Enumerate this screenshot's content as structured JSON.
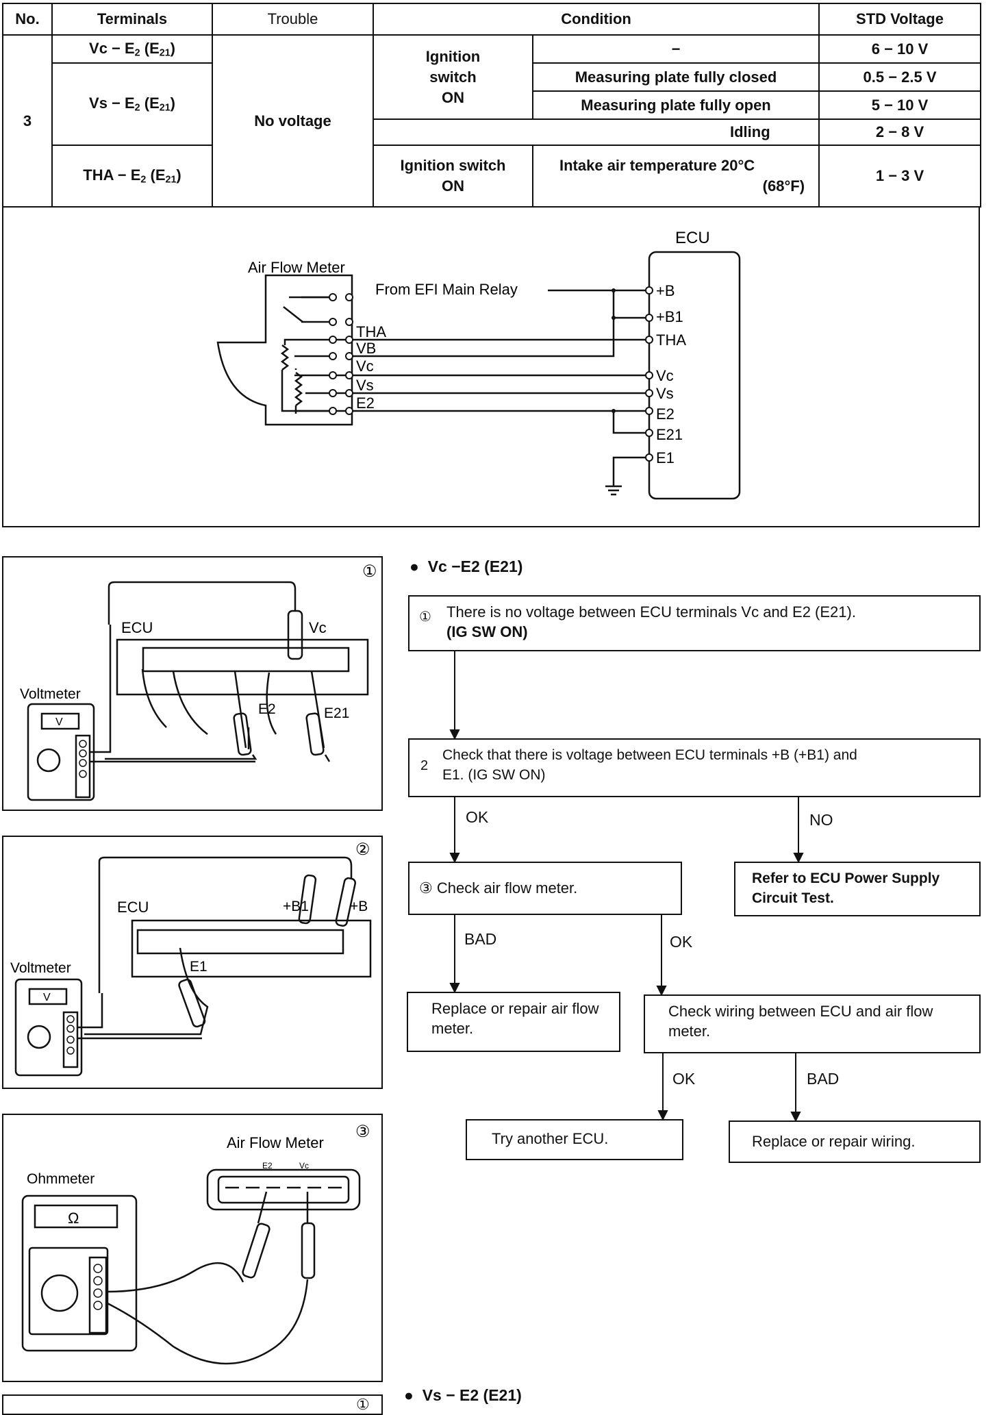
{
  "table": {
    "headers": {
      "no": "No.",
      "terminals": "Terminals",
      "trouble": "Trouble",
      "condition": "Condition",
      "std_voltage": "STD Voltage"
    },
    "no": "3",
    "trouble": "No voltage",
    "rows": [
      {
        "terminals_a": "Vc − E",
        "sub1": "2",
        "terminals_b": " (E",
        "sub2": "21",
        "terminals_c": ")",
        "condition_group": "Ignition switch ON",
        "condition": "−",
        "voltage": "6 − 10 V"
      },
      {
        "terminals_a": "Vs − E",
        "sub1": "2",
        "terminals_b": " (E",
        "sub2": "21",
        "terminals_c": ")",
        "condition": "Measuring plate fully closed",
        "voltage": "0.5 − 2.5 V"
      },
      {
        "condition": "Measuring plate fully open",
        "voltage": "5 − 10 V"
      },
      {
        "condition": "Idling",
        "voltage": "2 − 8 V"
      },
      {
        "terminals_a": "THA − E",
        "sub1": "2",
        "terminals_b": " (E",
        "sub2": "21",
        "terminals_c": ")",
        "condition_group": "Ignition switch ON",
        "condition": "Intake air temperature 20°C",
        "condition_line2": "(68°F)",
        "voltage": "1 − 3 V"
      }
    ],
    "ign_line1": "Ignition",
    "ign_line2": "switch",
    "ign_line3": "ON",
    "ign2_line1": "Ignition switch",
    "ign2_line2": "ON"
  },
  "circuit": {
    "ecu_label": "ECU",
    "afm_label": "Air Flow Meter",
    "relay_label": "From EFI Main Relay",
    "afm_terms": [
      "THA",
      "VB",
      "Vc",
      "Vs",
      "E2"
    ],
    "ecu_terms": [
      "+B",
      "+B1",
      "THA",
      "Vc",
      "Vs",
      "E2",
      "E21",
      "E1"
    ]
  },
  "panels": [
    {
      "num": "①",
      "ecu": "ECU",
      "meter": "Voltmeter",
      "probe1": "Vc",
      "probe2": "E2",
      "probe3": "E21",
      "meter_symbol": "V"
    },
    {
      "num": "②",
      "ecu": "ECU",
      "meter": "Voltmeter",
      "probe1": "+B1",
      "probe2": "+B",
      "probe3": "E1",
      "meter_symbol": "V"
    },
    {
      "num": "③",
      "ecu": "Air Flow Meter",
      "meter": "Ohmmeter",
      "probe1": "E2",
      "probe2": "Vc",
      "meter_symbol": "Ω"
    },
    {
      "num": "①"
    }
  ],
  "flow": {
    "heading": "Vc −E2 (E21)",
    "step1_num": "①",
    "step1": "There is no voltage between ECU terminals Vc and E2 (E21).",
    "step1_b": "(IG SW ON)",
    "step2_num": "2",
    "step2": "Check that there is voltage between ECU terminals +B (+B1) and",
    "step2_b": "E1. (IG SW ON)",
    "ok1": "OK",
    "no1": "NO",
    "step3_num": "③",
    "step3": "Check air flow meter.",
    "power": "Refer to ECU Power Supply Circuit Test.",
    "bad1": "BAD",
    "ok2": "OK",
    "replace_afm": "Replace or repair air flow meter.",
    "check_wiring": "Check wiring between ECU and air flow meter.",
    "ok3": "OK",
    "bad2": "BAD",
    "try_ecu": "Try another ECU.",
    "replace_wiring": "Replace or repair wiring.",
    "heading2": "Vs − E2 (E21)"
  }
}
